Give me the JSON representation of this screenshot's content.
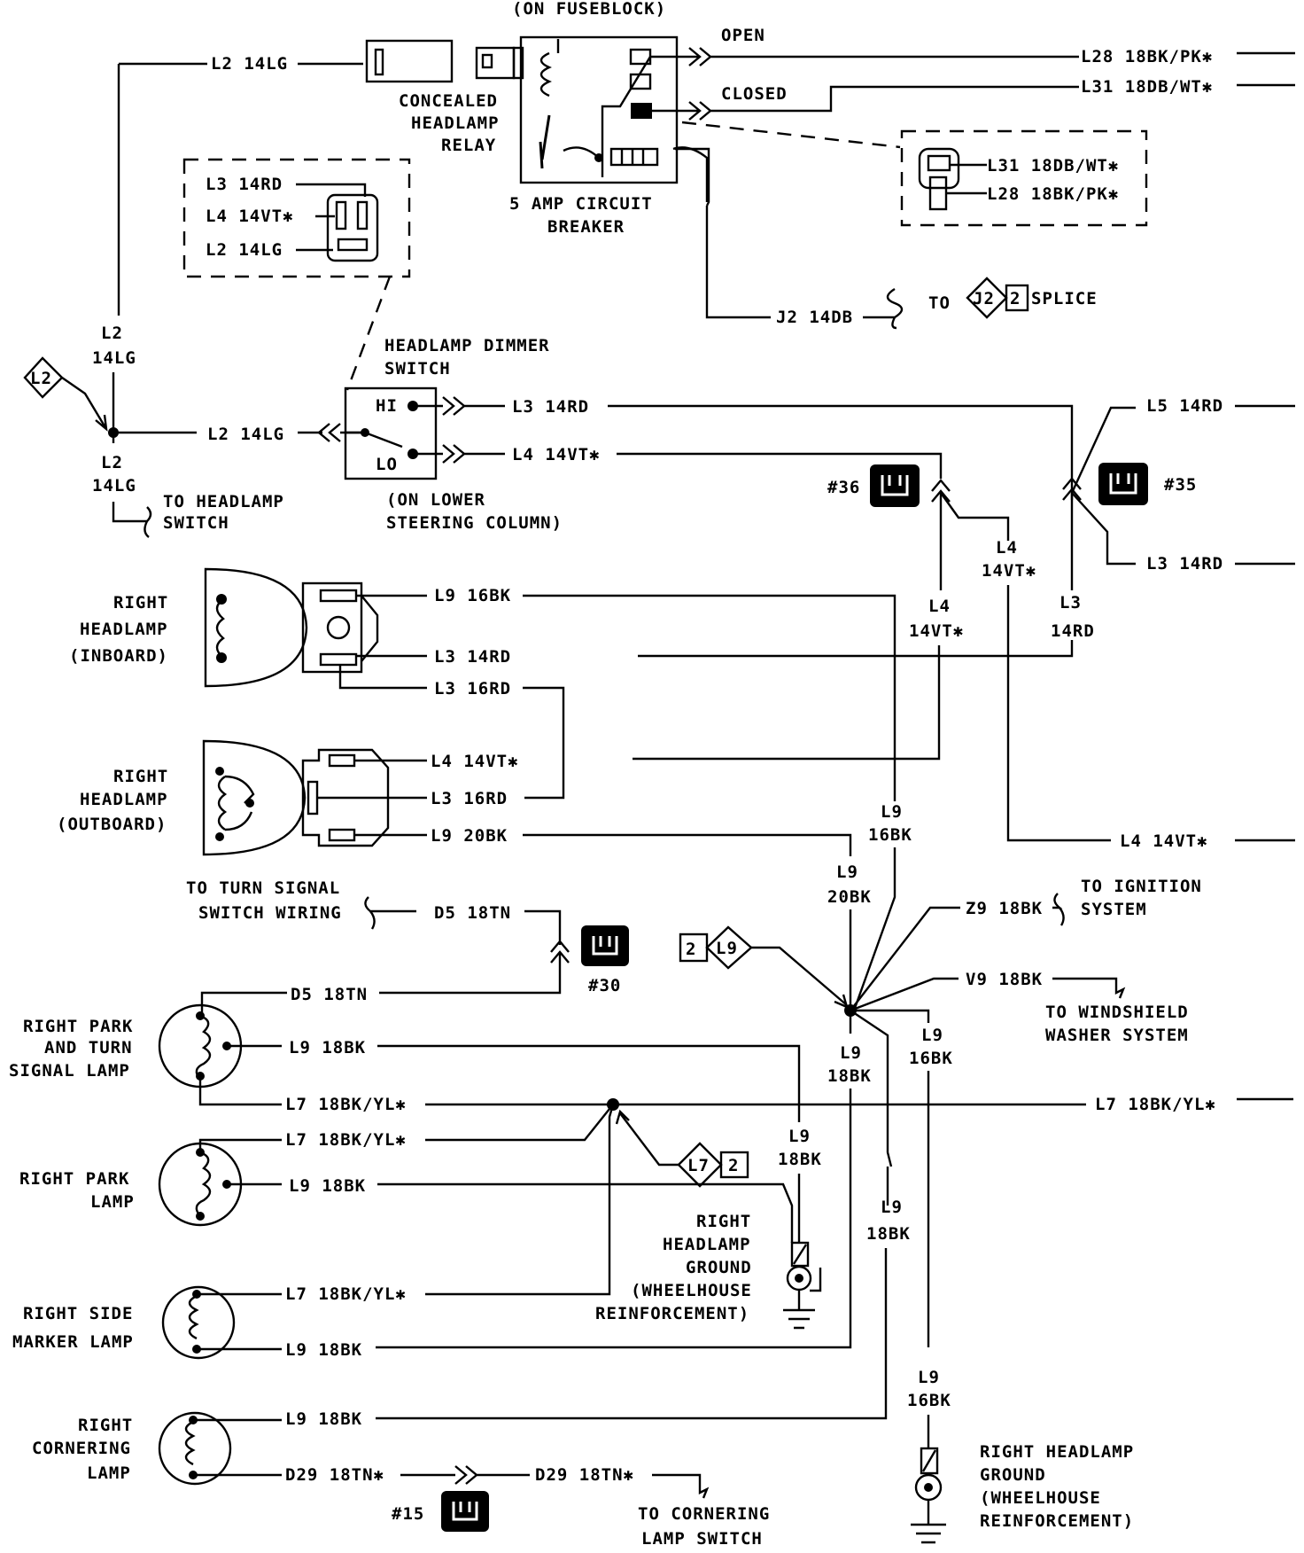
{
  "labels": {
    "fuseblock": "(ON FUSEBLOCK)",
    "open": "OPEN",
    "closed": "CLOSED",
    "relay_1": "CONCEALED",
    "relay_2": "HEADLAMP",
    "relay_3": "RELAY",
    "breaker_1": "5 AMP CIRCUIT",
    "breaker_2": "BREAKER",
    "dimmer_1": "HEADLAMP DIMMER",
    "dimmer_2": "SWITCH",
    "hi": "HI",
    "lo": "LO",
    "steering_1": "(ON LOWER",
    "steering_2": "STEERING COLUMN)",
    "to_headlamp_1": "TO HEADLAMP",
    "to_headlamp_2": "SWITCH",
    "to": "TO",
    "splice": "SPLICE",
    "rhi_1": "RIGHT",
    "rhi_2": "HEADLAMP",
    "rhi_3": "(INBOARD)",
    "rho_1": "RIGHT",
    "rho_2": "HEADLAMP",
    "rho_3": "(OUTBOARD)",
    "turn_1": "TO TURN SIGNAL",
    "turn_2": "SWITCH WIRING",
    "ign_1": "TO IGNITION",
    "ign_2": "SYSTEM",
    "wash_1": "TO WINDSHIELD",
    "wash_2": "WASHER SYSTEM",
    "rpt_1": "RIGHT PARK",
    "rpt_2": "AND TURN",
    "rpt_3": "SIGNAL LAMP",
    "rp_1": "RIGHT PARK",
    "rp_2": "LAMP",
    "rsm_1": "RIGHT SIDE",
    "rsm_2": "MARKER LAMP",
    "rc_1": "RIGHT",
    "rc_2": "CORNERING",
    "rc_3": "LAMP",
    "gnd1_1": "RIGHT",
    "gnd1_2": "HEADLAMP",
    "gnd1_3": "GROUND",
    "gnd1_4": "(WHEELHOUSE",
    "gnd1_5": "REINFORCEMENT)",
    "gnd2_1": "RIGHT HEADLAMP",
    "gnd2_2": "GROUND",
    "gnd2_3": "(WHEELHOUSE",
    "gnd2_4": "REINFORCEMENT)",
    "corner_sw_1": "TO CORNERING",
    "corner_sw_2": "LAMP SWITCH"
  },
  "connectors": {
    "c36": "#36",
    "c35": "#35",
    "c30": "#30",
    "c15": "#15"
  },
  "splices": {
    "l2": "L2",
    "j2": "J2",
    "j2_num": "2",
    "l9": "L9",
    "l9_num": "2",
    "l7": "L7",
    "l7_num": "2"
  },
  "wires": {
    "l28_pk": "L28 18BK/PK✱",
    "l31_wt": "L31 18DB/WT✱",
    "l2_top": "L2 14LG",
    "l3_box": "L3 14RD",
    "l4_box": "L4 14VT✱",
    "l2_box": "L2 14LG",
    "l31_conn": "L31 18DB/WT✱",
    "l28_conn": "L28 18BK/PK✱",
    "j2_14db": "J2 14DB",
    "l2_left_a": "L2",
    "l2_left_b": "14LG",
    "l2_left_c": "L2",
    "l2_left_d": "14LG",
    "l2_mid": "L2 14LG",
    "l3_14rd_top": "L3 14RD",
    "l4_14vt_top": "L4 14VT✱",
    "l5_14rd": "L5 14RD",
    "l3_14rd_right": "L3 14RD",
    "l4_14vt_v1a": "L4",
    "l4_14vt_v1b": "14VT✱",
    "l4_14vt_v2a": "L4",
    "l4_14vt_v2b": "14VT✱",
    "l3_14rd_va": "L3",
    "l3_14rd_vb": "14RD",
    "l9_16bk_a": "L9 16BK",
    "l3_14rd_b": "L3 14RD",
    "l3_16rd_a": "L3 16RD",
    "l4_14vt_b": "L4 14VT✱",
    "l3_16rd_b": "L3 16RD",
    "l9_20bk": "L9 20BK",
    "l4_14vt_right": "L4 14VT✱",
    "l9_16bk_va": "L9",
    "l9_16bk_vb": "16BK",
    "l9_20bk_va": "L9",
    "l9_20bk_vb": "20BK",
    "d5_18tn_a": "D5 18TN",
    "d5_18tn_b": "D5 18TN",
    "z9_18bk": "Z9 18BK",
    "v9_18bk": "V9 18BK",
    "l9_18bk_a": "L9 18BK",
    "l7_a": "L7 18BK/YL✱",
    "l7_right": "L7 18BK/YL✱",
    "l7_b": "L7 18BK/YL✱",
    "l9_18bk_b": "L9 18BK",
    "l7_c": "L7 18BK/YL✱",
    "l9_18bk_c": "L9 18BK",
    "l9_18bk_d": "L9 18BK",
    "d29_a": "D29 18TN✱",
    "d29_b": "D29 18TN✱",
    "v_l9_18bk_1a": "L9",
    "v_l9_18bk_1b": "18BK",
    "v_l9_16bk_1a": "L9",
    "v_l9_16bk_1b": "16BK",
    "v_l9_18bk_2a": "L9",
    "v_l9_18bk_2b": "18BK",
    "v_l9_18bk_3a": "L9",
    "v_l9_18bk_3b": "18BK",
    "v_l9_16bk_2a": "L9",
    "v_l9_16bk_2b": "16BK"
  }
}
